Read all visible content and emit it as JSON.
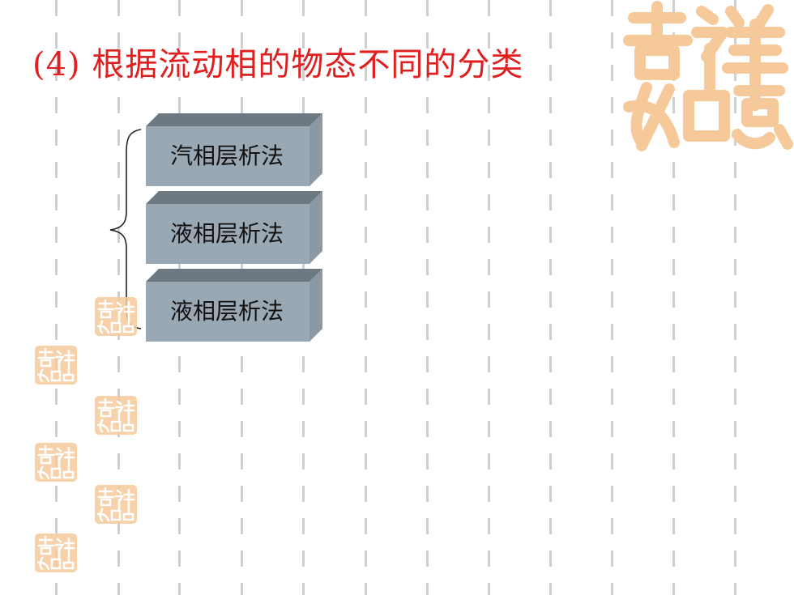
{
  "slide": {
    "title": "(4) 根据流动相的物态不同的分类",
    "items": [
      {
        "label": "汽相层析法"
      },
      {
        "label": "液相层析法"
      },
      {
        "label": "液相层析法"
      }
    ]
  },
  "decor": {
    "seal_text": "吉祥如意",
    "seal_icon": "auspicious-seal-icon",
    "brace_icon": "left-curly-brace-icon"
  },
  "colors": {
    "title": "#e02020",
    "seal": "#f6c99a",
    "block_front": "#9aa8b4",
    "block_top": "#6c7882",
    "block_side": "#8c99a4",
    "grid": "#cfcfcf"
  }
}
